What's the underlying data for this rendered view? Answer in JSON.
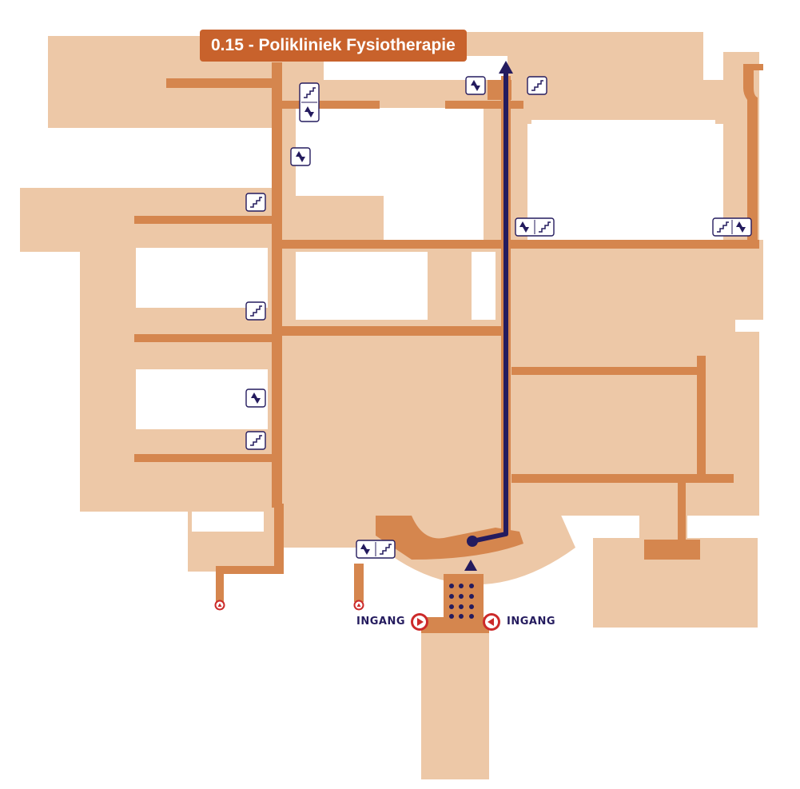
{
  "destination": {
    "label": "0.15 - Polikliniek Fysiotherapie"
  },
  "entrances": {
    "left_label": "INGANG",
    "right_label": "INGANG"
  },
  "colors": {
    "building": "#edc8a7",
    "corridor": "#d5864e",
    "route": "#241b5e",
    "label_background": "#c8622c",
    "entrance_marker": "#cc2a2a"
  },
  "icons": [
    "stairs-icon",
    "elevator-icon",
    "entrance-arrow-icon",
    "emergency-exit-icon"
  ]
}
